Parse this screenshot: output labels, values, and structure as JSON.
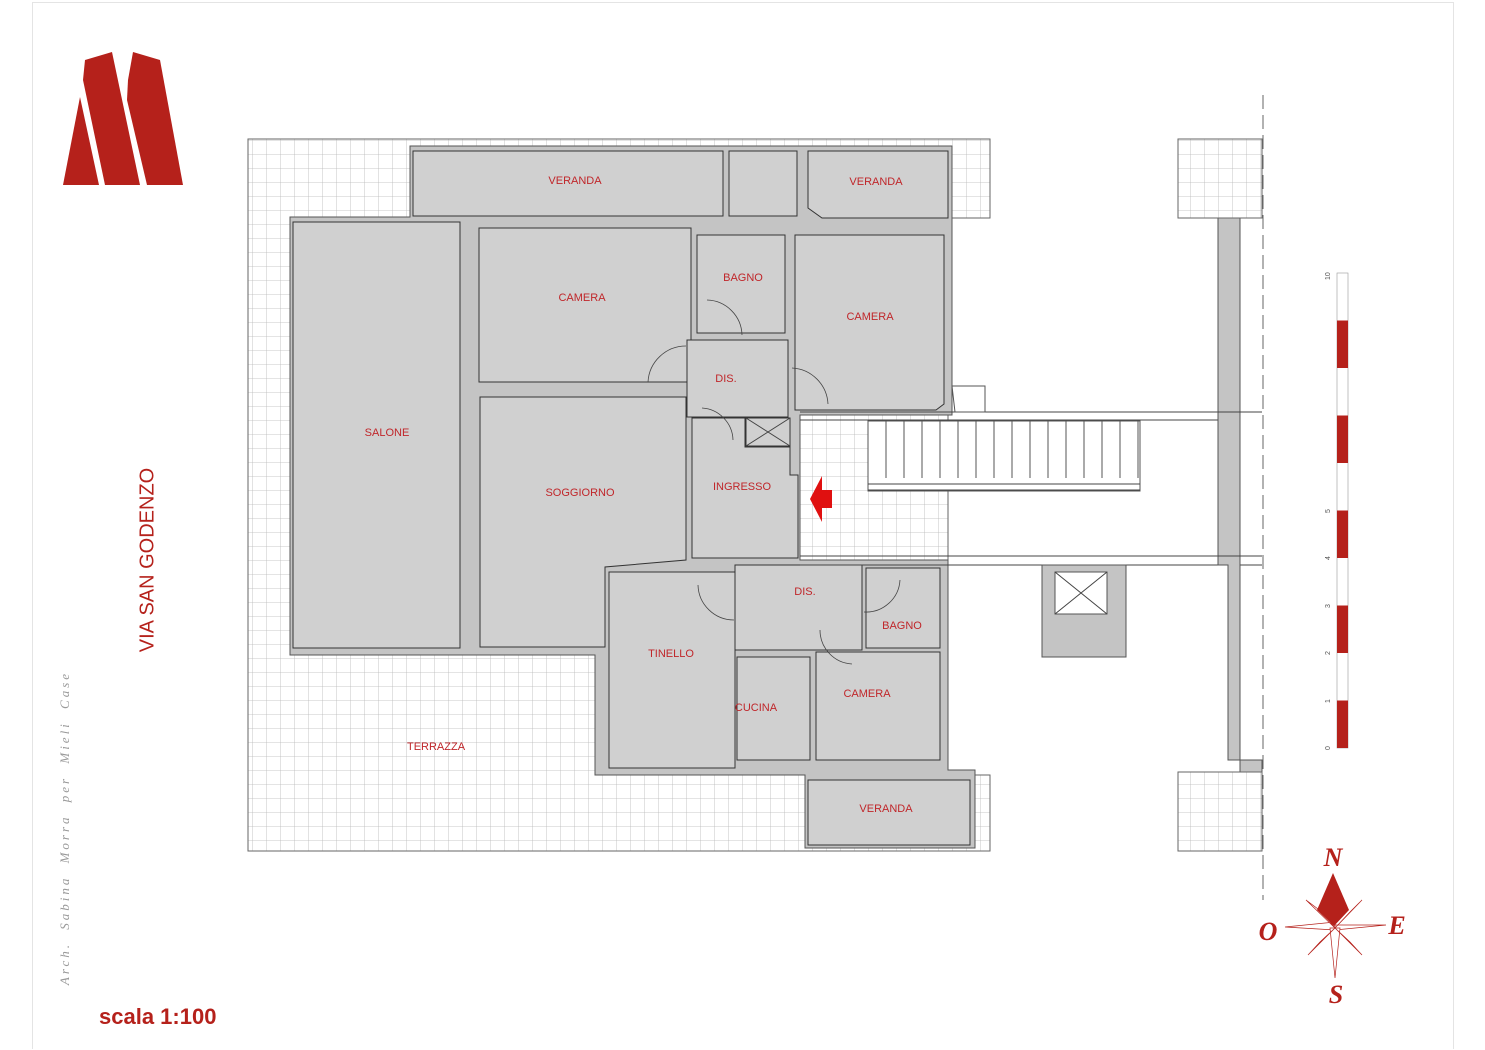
{
  "logo": {
    "brand": "M"
  },
  "street_label": "VIA SAN GODENZO",
  "credit": "Arch. Sabina Morra per Mieli Case",
  "scale_text": "scala 1:100",
  "rooms": [
    {
      "label": "VERANDA"
    },
    {
      "label": "VERANDA"
    },
    {
      "label": "CAMERA"
    },
    {
      "label": "BAGNO"
    },
    {
      "label": "CAMERA"
    },
    {
      "label": "DIS."
    },
    {
      "label": "SALONE"
    },
    {
      "label": "SOGGIORNO"
    },
    {
      "label": "INGRESSO"
    },
    {
      "label": "DIS."
    },
    {
      "label": "BAGNO"
    },
    {
      "label": "TINELLO"
    },
    {
      "label": "CUCINA"
    },
    {
      "label": "CAMERA"
    },
    {
      "label": "TERRAZZA"
    },
    {
      "label": "VERANDA"
    }
  ],
  "scale_bar": {
    "ticks": [
      "0",
      "1",
      "2",
      "3",
      "4",
      "5",
      "10"
    ],
    "unit_max": 10
  },
  "compass": {
    "north": "N",
    "south": "S",
    "east": "E",
    "west": "O"
  },
  "colors": {
    "accent": "#b5211b",
    "room_fill": "#d0d0d0",
    "label": "#c0262a"
  }
}
